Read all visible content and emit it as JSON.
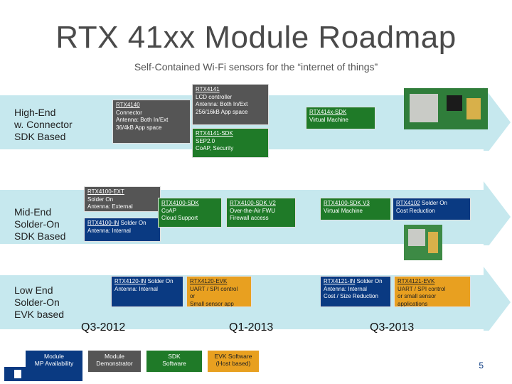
{
  "slide": {
    "title": "RTX 41xx Module Roadmap",
    "subtitle": "Self-Contained Wi-Fi sensors for the “internet of things”",
    "page_number": "5"
  },
  "rows": {
    "high_end": {
      "label_line1": "High-End",
      "label_line2": "w. Connector",
      "label_line3": "SDK Based"
    },
    "mid_end": {
      "label_line1": "Mid-End",
      "label_line2": "Solder-On",
      "label_line3": "SDK Based"
    },
    "low_end": {
      "label_line1": "Low End",
      "label_line2": "Solder-On",
      "label_line3": "EVK based"
    }
  },
  "boxes": {
    "rtx4140": {
      "head": "RTX4140",
      "l1": "Connector",
      "l2": "Antenna: Both In/Ext",
      "l3": "36/4kB App space"
    },
    "rtx4141": {
      "head": "RTX4141",
      "l1": "LCD controller",
      "l2": "Antenna: Both In/Ext",
      "l3": "256/16kB App space"
    },
    "rtx4141_sdk": {
      "head": "RTX4141-SDK",
      "l1": "SEP2.0",
      "l2": "CoAP, Security"
    },
    "rtx414x_sdk": {
      "head": "RTX414x-SDK",
      "l1": "Virtual Machine"
    },
    "rtx4100_ext": {
      "head": "RTX4100-EXT",
      "l1": "Solder On",
      "l2": "Antenna: External"
    },
    "rtx4100_in": {
      "head": "RTX4100-IN",
      "head_tail": " Solder On",
      "l1": "Antenna: Internal"
    },
    "rtx4100_sdk": {
      "head": "RTX4100-SDK",
      "l1": "CoAP",
      "l2": "Cloud Support"
    },
    "rtx4100_sdk_v2": {
      "head": "RTX4100-SDK V2",
      "l1": "Over-the-Air FWU",
      "l2": "Firewall access"
    },
    "rtx4100_sdk_v3": {
      "head": "RTX4100-SDK V3",
      "l1": "Virtual Machine"
    },
    "rtx4102": {
      "head": "RTX4102",
      "head_tail": " Solder On",
      "l1": "Cost Reduction"
    },
    "rtx4120_in": {
      "head": "RTX4120-IN",
      "head_tail": " Solder On",
      "l1": "Antenna: Internal"
    },
    "rtx4120_evk": {
      "head": "RTX4120-EVK",
      "l1": "UART / SPI control",
      "l2": "or",
      "l3": "Small sensor app"
    },
    "rtx4121_in": {
      "head": "RTX4121-IN",
      "head_tail": " Solder On",
      "l1": "Antenna: Internal",
      "l2": "Cost / Size Reduction"
    },
    "rtx4121_evk": {
      "head": "RTX4121-EVK",
      "l1": "UART / SPI control",
      "l2": "or small sensor",
      "l3": "applications"
    }
  },
  "dates": {
    "d1": "Q3-2012",
    "d2": "Q1-2013",
    "d3": "Q3-2013"
  },
  "legend": {
    "module": {
      "l1": "Module",
      "l2": "MP Availability"
    },
    "demonstrator": {
      "l1": "Module",
      "l2": "Demonstrator"
    },
    "sdk": {
      "l1": "SDK",
      "l2": "Software"
    },
    "evk": {
      "l1": "EVK Software",
      "l2": "(Host based)"
    }
  },
  "colors": {
    "arrow": "#bfe6ec",
    "module": "#0a3a82",
    "demonstrator": "#555555",
    "sdk": "#1f7a28",
    "evk": "#e8a020"
  }
}
